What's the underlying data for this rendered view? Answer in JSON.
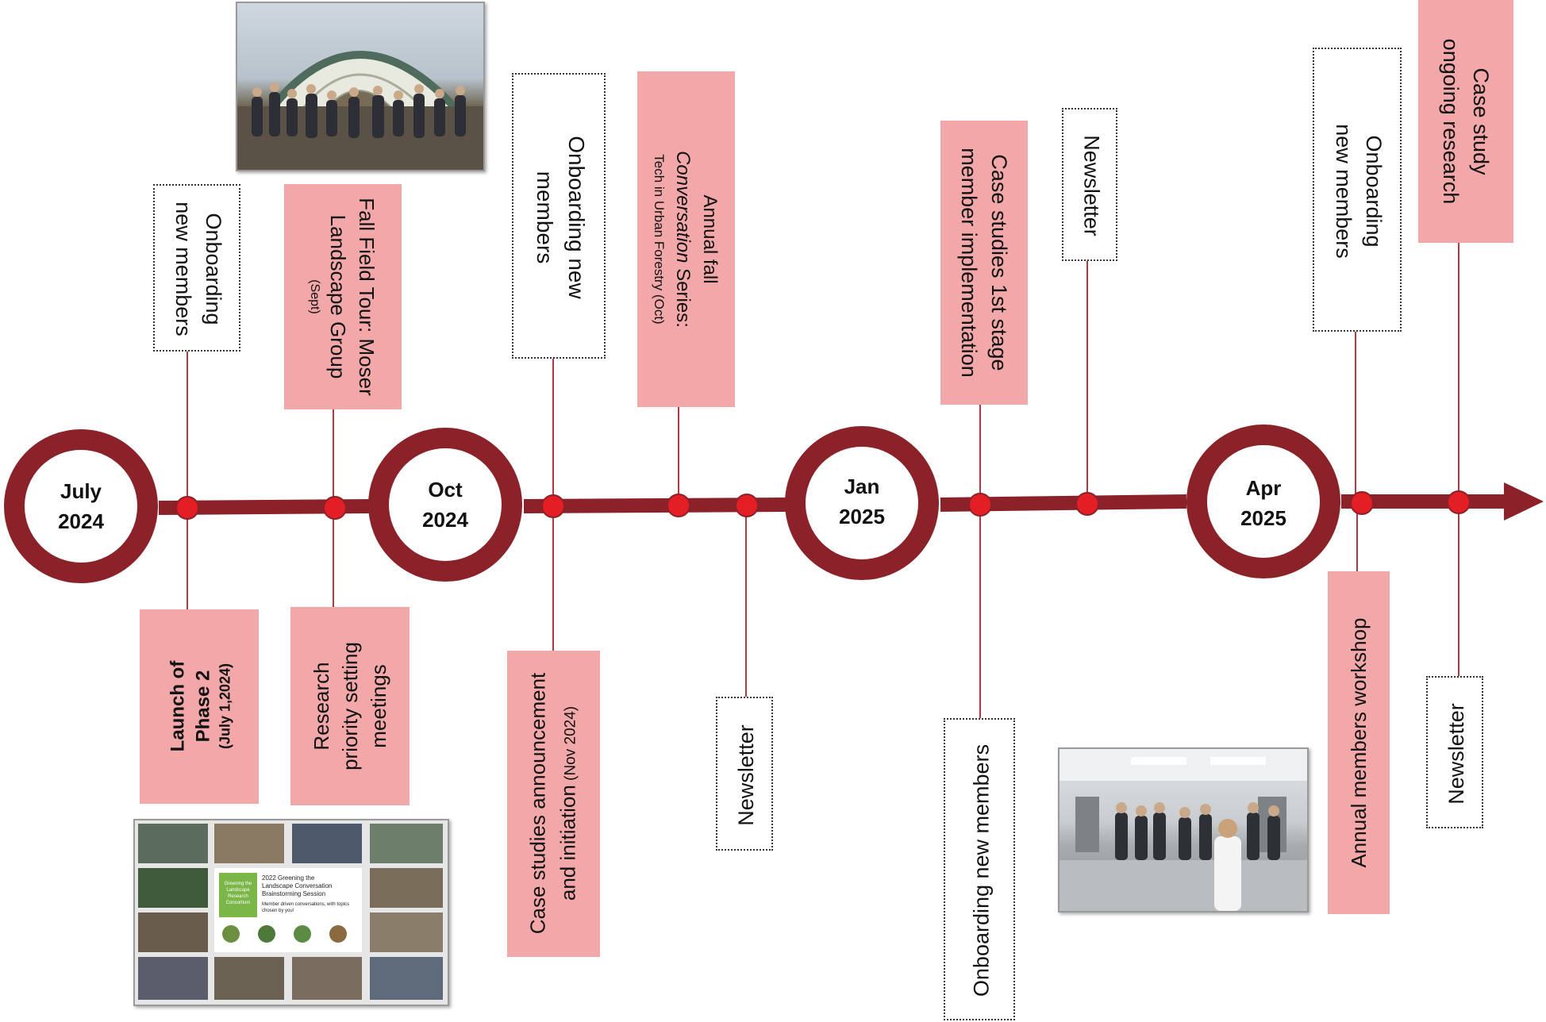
{
  "colors": {
    "timeline": "#8B2129",
    "dot": "#E31E24",
    "connector": "#B03A3F",
    "pink_box": "#F2A7A9"
  },
  "milestones": [
    {
      "line1": "July",
      "line2": "2024"
    },
    {
      "line1": "Oct",
      "line2": "2024"
    },
    {
      "line1": "Jan",
      "line2": "2025"
    },
    {
      "line1": "Apr",
      "line2": "2025"
    }
  ],
  "events": {
    "onboarding_1": {
      "line1": "Onboarding",
      "line2": "new members"
    },
    "fall_tour": {
      "line1": "Fall Field Tour: Moser",
      "line2": "Landscape Group",
      "line3": "(Sept)"
    },
    "onboarding_2": {
      "line1": "Onboarding new",
      "line2": "members"
    },
    "conversation": {
      "line1": "Annual fall",
      "line2_italic": "Conversation",
      "line2_rest": " Series:",
      "line3": "Tech in Urban Forestry (Oct)"
    },
    "case_studies_stage": {
      "line1": "Case studies 1st stage",
      "line2": "member implementation"
    },
    "newsletter_top": {
      "text": "Newsletter"
    },
    "onboarding_3": {
      "line1": "Onboarding",
      "line2": "new members"
    },
    "case_study_ongoing": {
      "line1": "Case study",
      "line2": "ongoing research"
    },
    "launch": {
      "line1": "Launch of",
      "line2": "Phase 2",
      "line3": "(July 1,2024)"
    },
    "research_meetings": {
      "line1": "Research",
      "line2": "priority setting",
      "line3": "meetings"
    },
    "case_studies_announce": {
      "line1": "Case studies announcement",
      "line2": "and initiation",
      "line2_small": " (Nov 2024)"
    },
    "newsletter_oct": {
      "text": "Newsletter"
    },
    "onboarding_jan": {
      "text": "Onboarding new members"
    },
    "workshop": {
      "text": "Annual members workshop"
    },
    "newsletter_apr": {
      "text": "Newsletter"
    }
  },
  "photo_conversation": {
    "title_line1": "2022 Greening the",
    "title_line2": "Landscape Conversation",
    "title_line3": "Brainstorming Session",
    "subtitle": "Member driven conversations, with topics chosen by you!",
    "logo_line1": "Greening the",
    "logo_line2": "Landscape",
    "logo_line3": "Research",
    "logo_line4": "Consortium"
  }
}
